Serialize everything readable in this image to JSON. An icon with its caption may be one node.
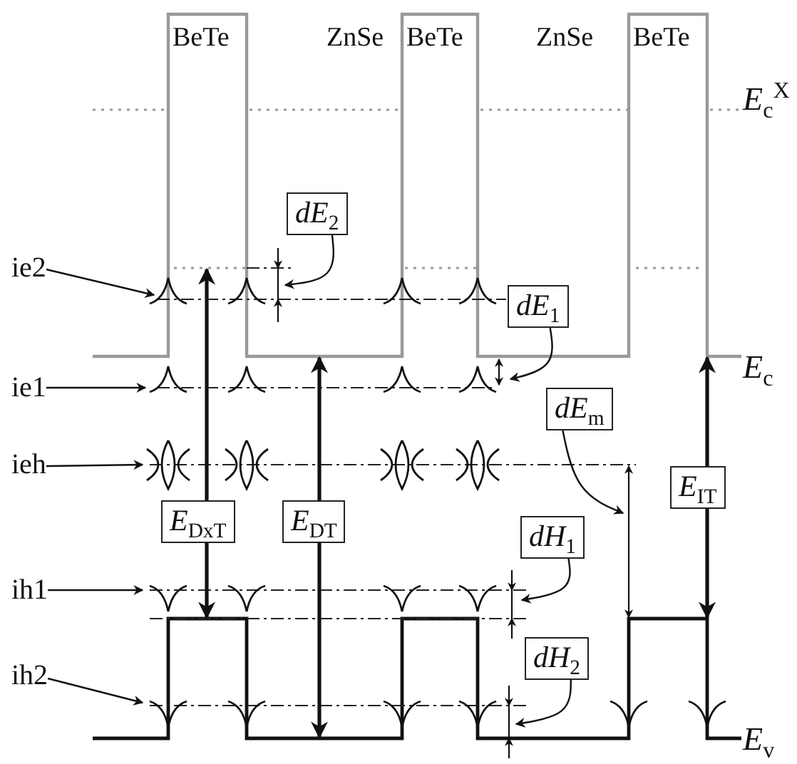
{
  "diagram": {
    "nodes": [
      {
        "text": [
          "ie2"
        ]
      },
      {
        "text": [
          "ie1"
        ]
      },
      {
        "text": [
          "ieh"
        ]
      },
      {
        "text": [
          "ih1"
        ]
      },
      {
        "text": [
          "ih2"
        ]
      },
      {
        "text": [
          "*dE*$_{2}$"
        ]
      },
      {
        "text": [
          "*dE*$_{1}$"
        ]
      },
      {
        "text": [
          "*dE*$_{m}$"
        ]
      },
      {
        "text": [
          "*E*$_{DxT}$"
        ]
      },
      {
        "text": [
          "*E*$_{DT}$"
        ]
      },
      {
        "text": [
          "*dH*$_{1}$"
        ]
      },
      {
        "text": [
          "*E*$_{IT}$"
        ]
      },
      {
        "text": [
          "*dH*$_{2}$"
        ]
      }
    ],
    "edges": [
      {
        "from": 0,
        "to": null,
        "arrow": "to"
      },
      {
        "from": 1,
        "to": null,
        "arrow": "to"
      },
      {
        "from": 2,
        "to": null,
        "arrow": "to"
      },
      {
        "from": 3,
        "to": null,
        "arrow": "to"
      },
      {
        "from": 4,
        "to": null,
        "arrow": "to"
      },
      {
        "from": 5,
        "to": null,
        "arrow": "to"
      },
      {
        "from": 6,
        "to": null,
        "arrow": "to"
      },
      {
        "from": 7,
        "to": null,
        "arrow": "to"
      },
      {
        "from": 10,
        "to": null,
        "arrow": "to"
      },
      {
        "from": 12,
        "to": null,
        "arrow": "to"
      }
    ],
    "labels": [
      "BeTe",
      "ZnSe",
      "BeTe",
      "ZnSe",
      "BeTe",
      "*E*$_{c}$$^{X}$",
      "*E*$_{c}$",
      "*E*$_{v}$"
    ]
  }
}
